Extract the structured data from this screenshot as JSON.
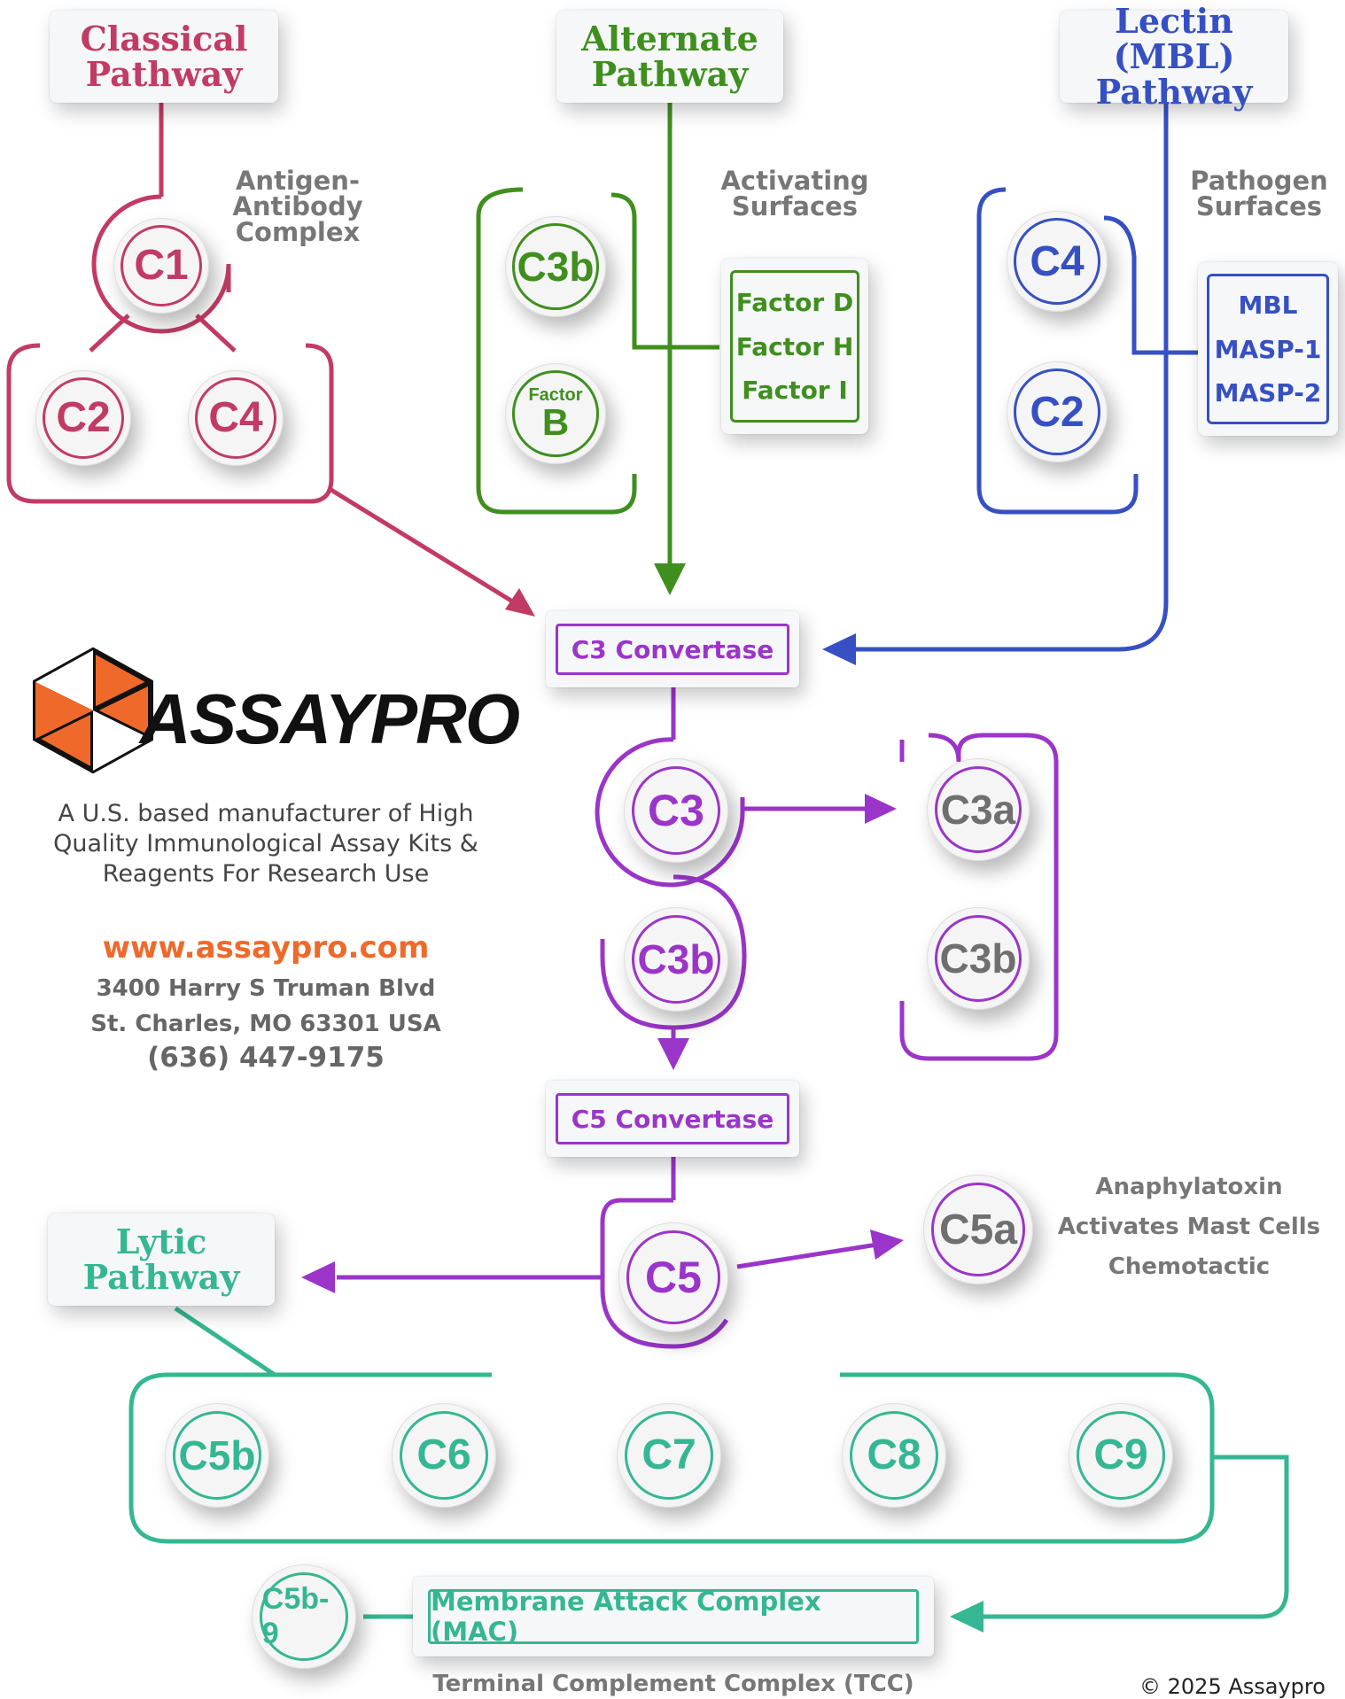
{
  "colors": {
    "classical": "#c23b64",
    "alternate": "#3f8f1e",
    "lectin": "#3650c4",
    "central": "#9b35c9",
    "lytic": "#34b792",
    "grey": "#6f6f6f",
    "orange": "#ef6a2a"
  },
  "classical": {
    "title_line1": "Classical",
    "title_line2": "Pathway",
    "note_line1": "Antigen-Antibody",
    "note_line2": "Complex",
    "c1": "C1",
    "c2": "C2",
    "c4": "C4"
  },
  "alternate": {
    "title_line1": "Alternate",
    "title_line2": "Pathway",
    "note_line1": "Activating",
    "note_line2": "Surfaces",
    "c3b": "C3b",
    "factor_small": "Factor",
    "factor_big": "B",
    "factors": [
      "Factor D",
      "Factor H",
      "Factor I"
    ]
  },
  "lectin": {
    "title_line1": "Lectin (MBL)",
    "title_line2": "Pathway",
    "note_line1": "Pathogen",
    "note_line2": "Surfaces",
    "c4": "C4",
    "c2": "C2",
    "proteins": [
      "MBL",
      "MASP-1",
      "MASP-2"
    ]
  },
  "central": {
    "c3_convertase": "C3 Convertase",
    "c3": "C3",
    "c3a": "C3a",
    "c3b": "C3b",
    "c3b_side": "C3b",
    "c5_convertase": "C5 Convertase",
    "c5": "C5",
    "c5a": "C5a",
    "c5a_notes": [
      "Anaphylatoxin",
      "Activates Mast Cells",
      "Chemotactic"
    ]
  },
  "lytic": {
    "title_line1": "Lytic",
    "title_line2": "Pathway",
    "components": [
      "C5b",
      "C6",
      "C7",
      "C8",
      "C9"
    ],
    "c5b9": "C5b-9",
    "mac": "Membrane Attack Complex (MAC)",
    "tcc": "Terminal Complement Complex (TCC)"
  },
  "company": {
    "logo_text": "ASSAYPRO",
    "tagline_1": "A U.S. based manufacturer of  High",
    "tagline_2": "Quality Immunological Assay Kits &",
    "tagline_3": "Reagents For Research Use",
    "website": "www.assaypro.com",
    "address_1": "3400 Harry S Truman Blvd",
    "address_2": "St. Charles, MO 63301 USA",
    "phone": "(636) 447-9175",
    "copyright": "© 2025 Assaypro"
  }
}
